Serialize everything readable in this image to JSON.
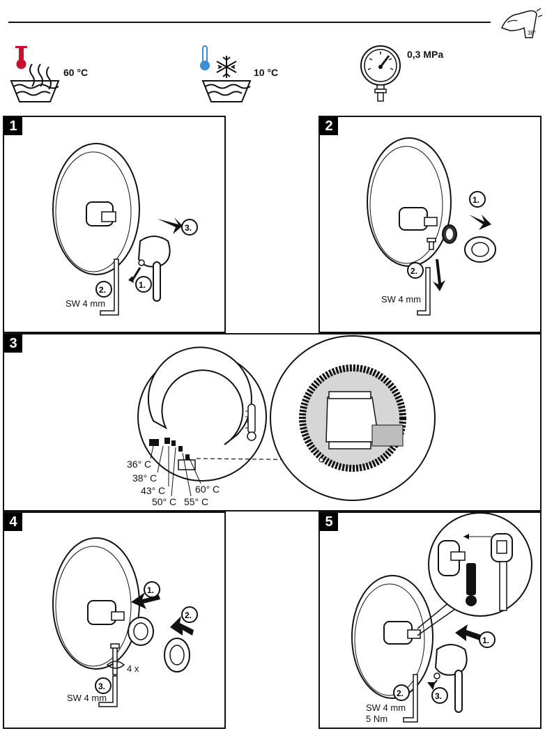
{
  "header": {
    "hot_temp": "60 °C",
    "cold_temp": "10 °C",
    "pressure": "0,3 MPa",
    "corner_icon_label": "38°"
  },
  "steps": {
    "s1": {
      "number": "1",
      "label_1": "1.",
      "label_2": "2.",
      "label_3": "3.",
      "tool": "SW 4 mm"
    },
    "s2": {
      "number": "2",
      "label_1": "1.",
      "label_2": "2.",
      "tool": "SW 4 mm"
    },
    "s3": {
      "number": "3",
      "temps": [
        "36° C",
        "38° C",
        "43° C",
        "50° C",
        "55° C",
        "60° C"
      ]
    },
    "s4": {
      "number": "4",
      "label_1": "1.",
      "label_2": "2.",
      "label_3": "3.",
      "count": "4 x",
      "tool": "SW 4 mm"
    },
    "s5": {
      "number": "5",
      "label_1": "1.",
      "label_2": "2.",
      "label_3": "3.",
      "tool": "SW 4 mm",
      "torque": "5 Nm"
    }
  },
  "colors": {
    "hot": "#c8102e",
    "cold": "#3a8fd6",
    "ink": "#111111",
    "tile": "#f1f1f1"
  }
}
